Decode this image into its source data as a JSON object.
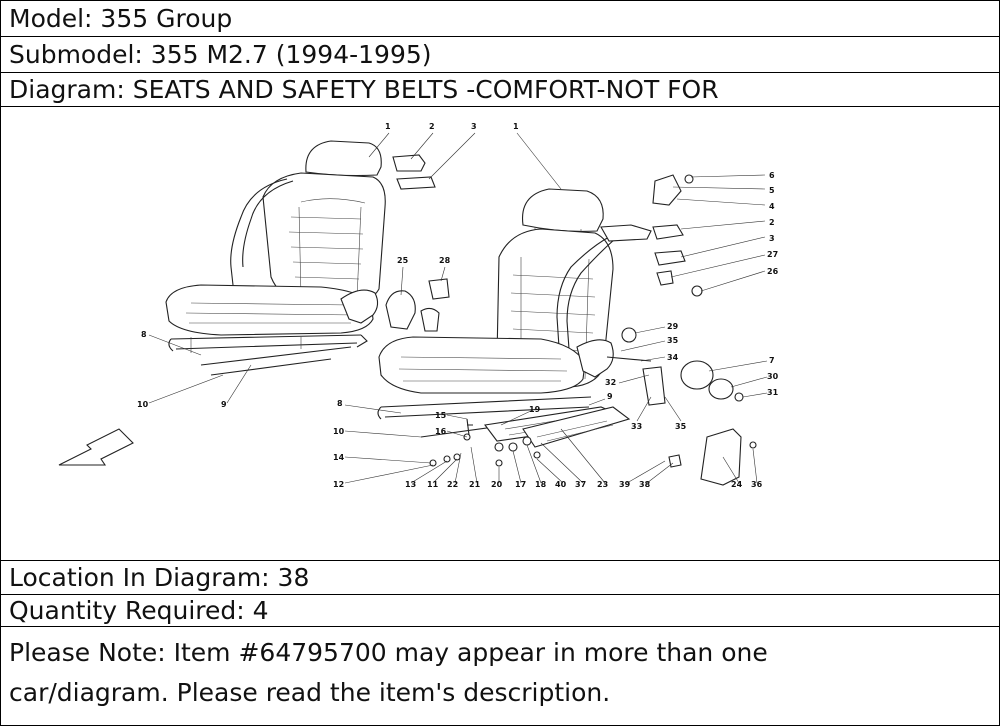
{
  "model": "Model: 355 Group",
  "submodel": "Submodel: 355 M2.7 (1994-1995)",
  "diagram_title": "Diagram: SEATS AND SAFETY BELTS -COMFORT-NOT FOR",
  "location": "Location In Diagram: 38",
  "quantity": "Quantity Required: 4",
  "note_line1": "Please Note: Item #64795700 may appear in more than one",
  "note_line2": "car/diagram. Please read the item's description.",
  "callouts": {
    "c_1a": "1",
    "c_2a": "2",
    "c_3a": "3",
    "c_1b": "1",
    "c_6": "6",
    "c_5": "5",
    "c_4": "4",
    "c_2b": "2",
    "c_3b": "3",
    "c_27": "27",
    "c_26": "26",
    "c_25": "25",
    "c_28": "28",
    "c_8a": "8",
    "c_10a": "10",
    "c_9a": "9",
    "c_29": "29",
    "c_35a": "35",
    "c_34": "34",
    "c_7": "7",
    "c_30": "30",
    "c_31": "31",
    "c_32": "32",
    "c_9b": "9",
    "c_33": "33",
    "c_35b": "35",
    "c_8b": "8",
    "c_15": "15",
    "c_19": "19",
    "c_16": "16",
    "c_10b": "10",
    "c_14": "14",
    "c_12": "12",
    "c_13": "13",
    "c_11": "11",
    "c_22": "22",
    "c_21": "21",
    "c_20": "20",
    "c_17": "17",
    "c_18": "18",
    "c_40": "40",
    "c_37": "37",
    "c_23": "23",
    "c_39": "39",
    "c_38": "38",
    "c_24": "24",
    "c_36": "36"
  }
}
